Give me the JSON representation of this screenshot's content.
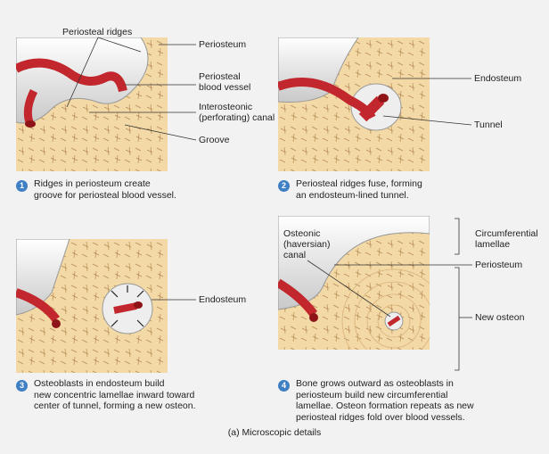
{
  "colors": {
    "bone": "#f3d9a5",
    "canaliculi": "#b88a55",
    "periosteum": "#e6e6e6",
    "vessel": "#c1272d",
    "vessel_dark": "#8e1418",
    "step_badge": "#3f7fc4"
  },
  "panel1": {
    "step": "1",
    "labels": {
      "ridges": "Periosteal ridges",
      "periosteum": "Periosteum",
      "vessel": [
        "Periosteal",
        "blood vessel"
      ],
      "canal": [
        "Interosteonic",
        "(perforating) canal"
      ],
      "groove": "Groove"
    },
    "caption": [
      "Ridges in periosteum create",
      "groove for periosteal blood vessel."
    ]
  },
  "panel2": {
    "step": "2",
    "labels": {
      "endosteum": "Endosteum",
      "tunnel": "Tunnel"
    },
    "caption": [
      "Periosteal ridges fuse, forming",
      "an endosteum-lined tunnel."
    ]
  },
  "panel3": {
    "step": "3",
    "labels": {
      "endosteum": "Endosteum"
    },
    "caption": [
      "Osteoblasts in endosteum build",
      "new concentric lamellae inward toward",
      "center of tunnel, forming a new osteon."
    ]
  },
  "panel4": {
    "step": "4",
    "labels": {
      "osteonic": [
        "Osteonic",
        "(haversian)",
        "canal"
      ],
      "circumferential": [
        "Circumferential",
        "lamellae"
      ],
      "periosteum": "Periosteum",
      "new_osteon": "New osteon"
    },
    "caption": [
      "Bone grows outward as osteoblasts in",
      "periosteum build new circumferential",
      "lamellae. Osteon formation repeats as new",
      "periosteal ridges fold over blood vessels."
    ]
  },
  "footer": "(a) Microscopic details"
}
